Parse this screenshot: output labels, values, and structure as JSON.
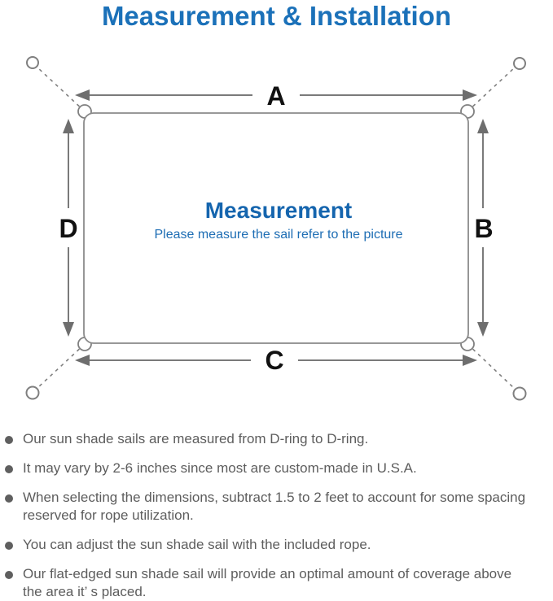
{
  "title": "Measurement & Installation",
  "colors": {
    "title_blue": "#1b71b9",
    "center_blue": "#1565ae",
    "subtitle_blue": "#1d6db4",
    "text_gray": "#5d5d5d",
    "line_gray": "#7f7f7f",
    "label_black": "#111111"
  },
  "diagram": {
    "center_heading": "Measurement",
    "center_subtitle": "Please measure the sail refer to the picture",
    "labels": {
      "top": "A",
      "right": "B",
      "bottom": "C",
      "left": "D"
    }
  },
  "bullets": [
    "Our sun shade sails are measured from D-ring to D-ring.",
    "It may vary by 2-6 inches since most are custom-made in U.S.A.",
    "When selecting the dimensions, subtract 1.5 to 2 feet to account for some spacing\nreserved for rope utilization.",
    "You can adjust the sun shade sail with the included rope.",
    "Our flat-edged sun shade sail will provide an optimal amount of coverage above\nthe area it’ s placed."
  ]
}
